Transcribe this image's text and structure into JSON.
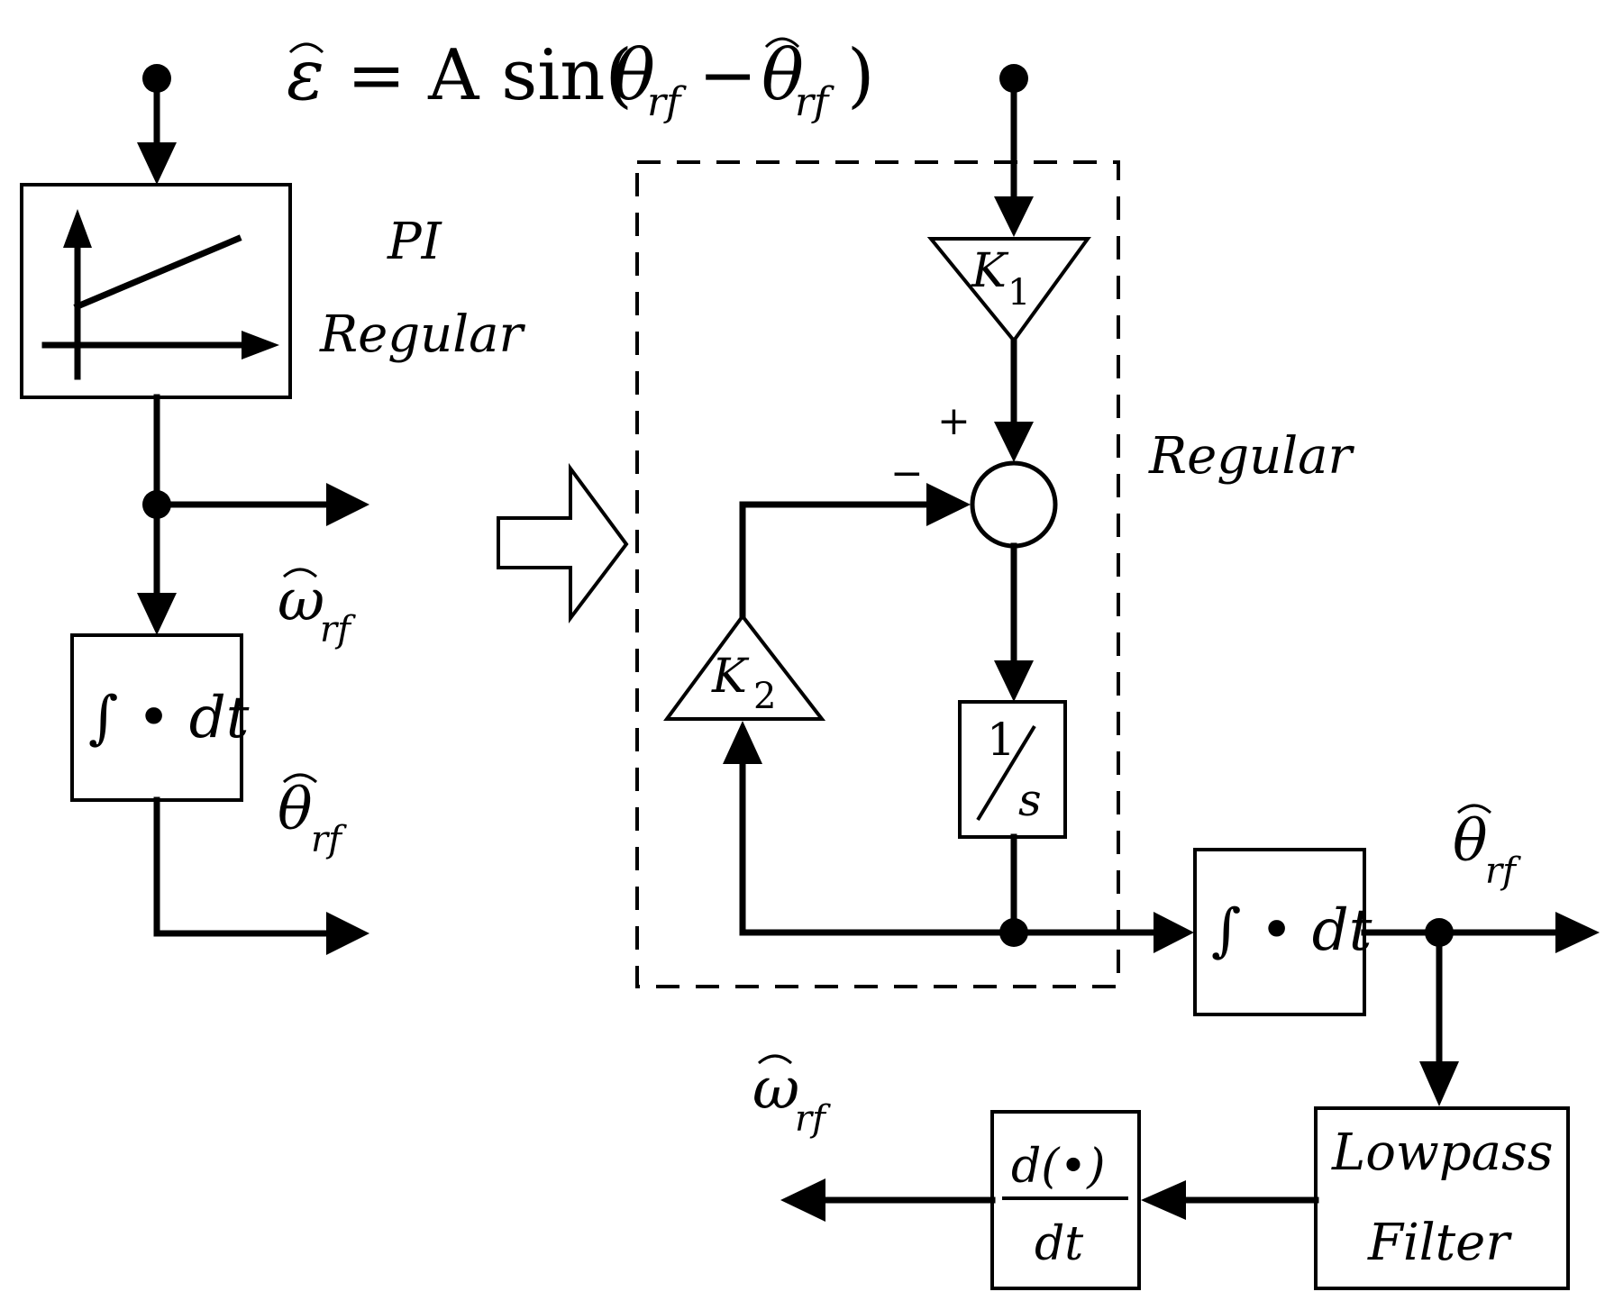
{
  "equation": {
    "lhs": "ε",
    "rest": "= A sin(",
    "theta": "θ",
    "sub": "rf",
    "minus": "−",
    "close": ")"
  },
  "left": {
    "pi_label_line1": "PI",
    "pi_label_line2": "Regular",
    "integrator_text": "∫ • dt",
    "omega_symbol": "ω",
    "omega_sub": "rf",
    "theta_symbol": "θ",
    "theta_sub": "rf"
  },
  "right": {
    "regular_label": "Regular",
    "k1_main": "K",
    "k1_sub": "1",
    "k2_main": "K",
    "k2_sub": "2",
    "plus_sign": "+",
    "minus_sign": "−",
    "one_over_s_num": "1",
    "one_over_s_den": "s",
    "integrator_text": "∫ • dt",
    "theta_symbol": "θ",
    "theta_sub": "rf",
    "omega_symbol": "ω",
    "omega_sub": "rf",
    "lowpass_line1": "Lowpass",
    "lowpass_line2": "Filter",
    "deriv_num": "d(•)",
    "deriv_den": "dt"
  }
}
